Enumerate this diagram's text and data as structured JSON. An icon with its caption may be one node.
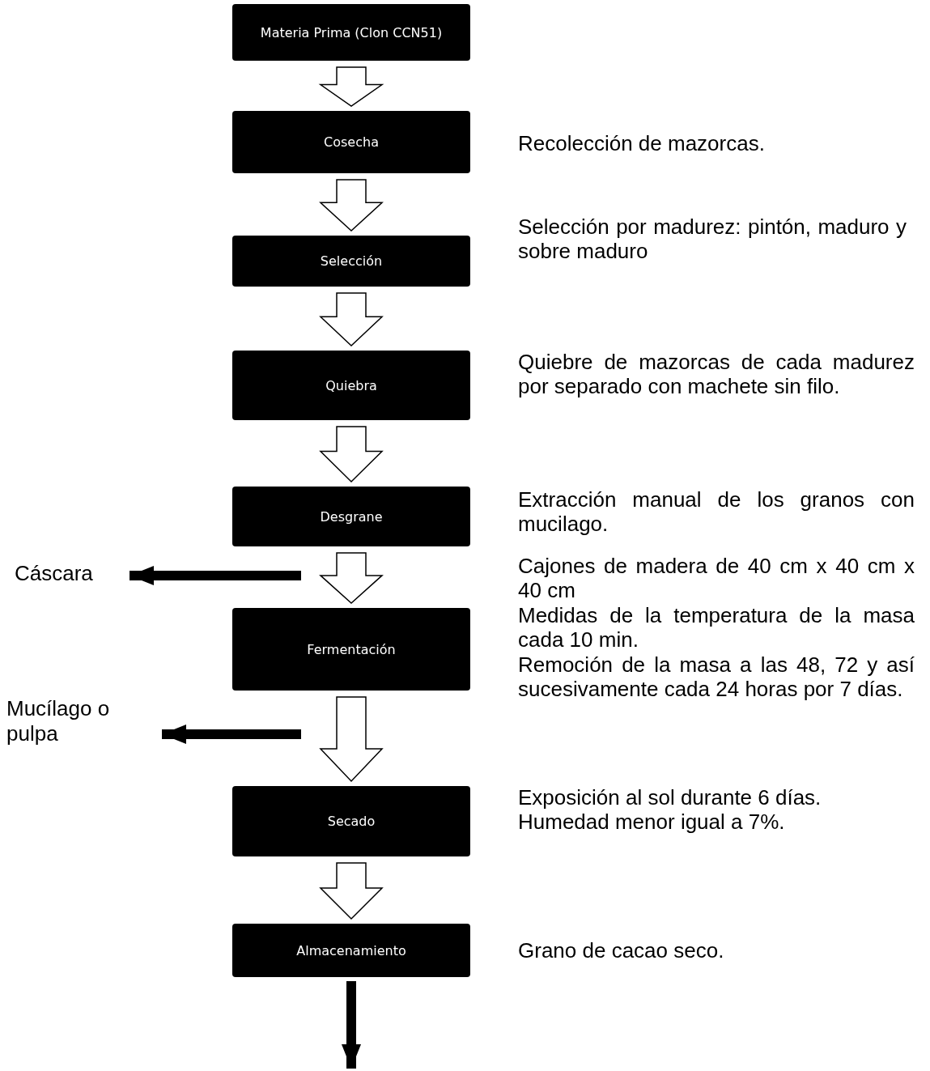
{
  "diagram": {
    "nodes": [
      {
        "text": [
          "Materia Prima (Clon CCN51)"
        ]
      },
      {
        "text": [
          "Cosecha"
        ],
        "beside": [
          "Recolección de mazorcas."
        ]
      },
      {
        "text": [
          "Selección"
        ],
        "beside": [
          "Selección por madurez: pintón, maduro y sobre maduro"
        ]
      },
      {
        "text": [
          "Quiebra"
        ],
        "beside": [
          "Quiebre de mazorcas de cada madurez por separado con machete sin filo."
        ]
      },
      {
        "text": [
          "Desgrane"
        ],
        "beside": [
          "Extracción manual de los granos con mucilago."
        ]
      },
      {
        "text": [
          "Fermentación"
        ],
        "beside": [
          "Cajones de madera de 40 cm x 40 cm x 40 cm",
          "Medidas de la temperatura de la masa cada 10 min.",
          "Remoción de la masa a las 48, 72 y así sucesivamente cada 24 horas por 7 días."
        ]
      },
      {
        "text": [
          "Secado"
        ],
        "beside": [
          "Exposición al sol durante 6 días.",
          "Humedad menor igual a 7%."
        ]
      },
      {
        "text": [
          "Almacenamiento"
        ],
        "beside": [
          "Grano de cacao seco."
        ]
      },
      {
        "text": [
          "Cáscara"
        ]
      },
      {
        "text": [
          "Mucílago o pulpa"
        ]
      }
    ],
    "edges": [
      {
        "from": 0,
        "to": 1,
        "arrow": "to"
      },
      {
        "from": 1,
        "to": 2,
        "arrow": "to"
      },
      {
        "from": 2,
        "to": 3,
        "arrow": "to"
      },
      {
        "from": 3,
        "to": 4,
        "arrow": "to"
      },
      {
        "from": 4,
        "to": 5,
        "arrow": "to"
      },
      {
        "from": 5,
        "to": 6,
        "arrow": "to"
      },
      {
        "from": 6,
        "to": 7,
        "arrow": "to"
      },
      {
        "from": null,
        "to": 8,
        "arrow": "to"
      },
      {
        "from": null,
        "to": 9,
        "arrow": "to"
      },
      {
        "from": 7,
        "to": null,
        "arrow": "to"
      }
    ]
  }
}
